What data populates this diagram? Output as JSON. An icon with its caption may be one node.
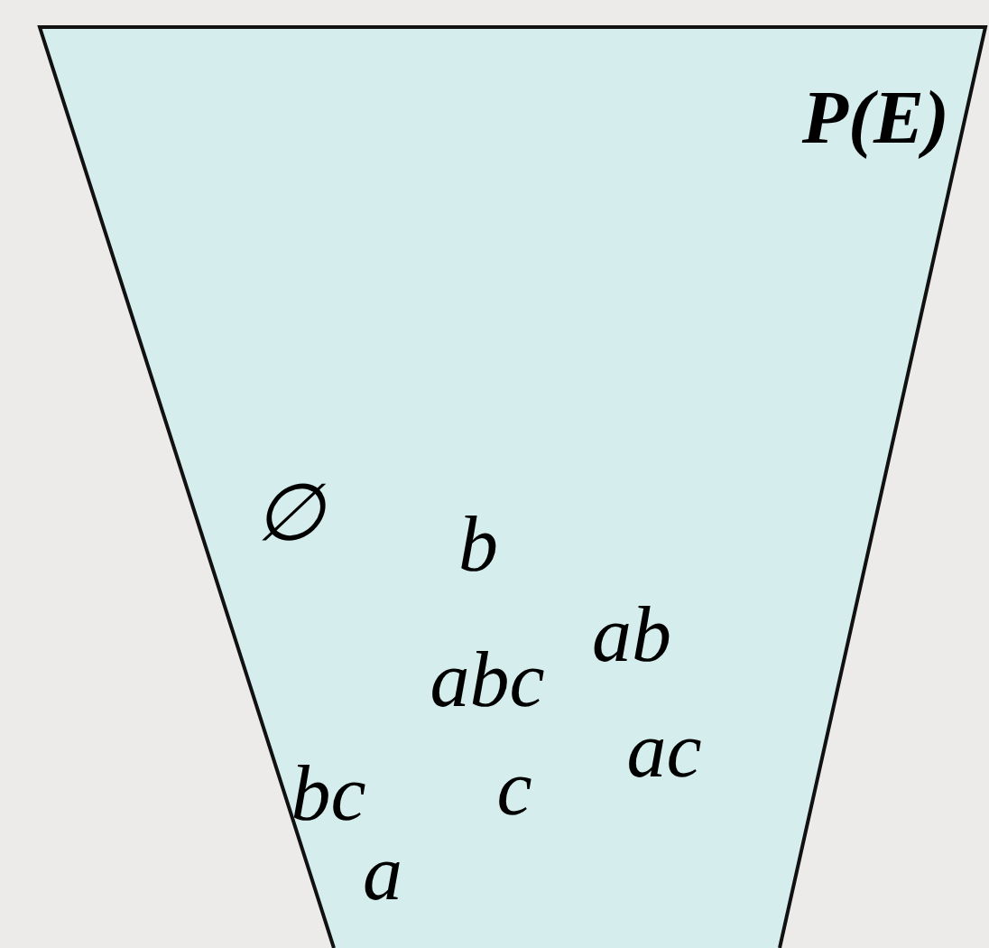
{
  "diagram": {
    "nodes": [
      {
        "text": [
          "P(E)",
          "∅",
          "b",
          "ab",
          "abc",
          "ac",
          "bc",
          "c",
          "a"
        ]
      }
    ]
  }
}
